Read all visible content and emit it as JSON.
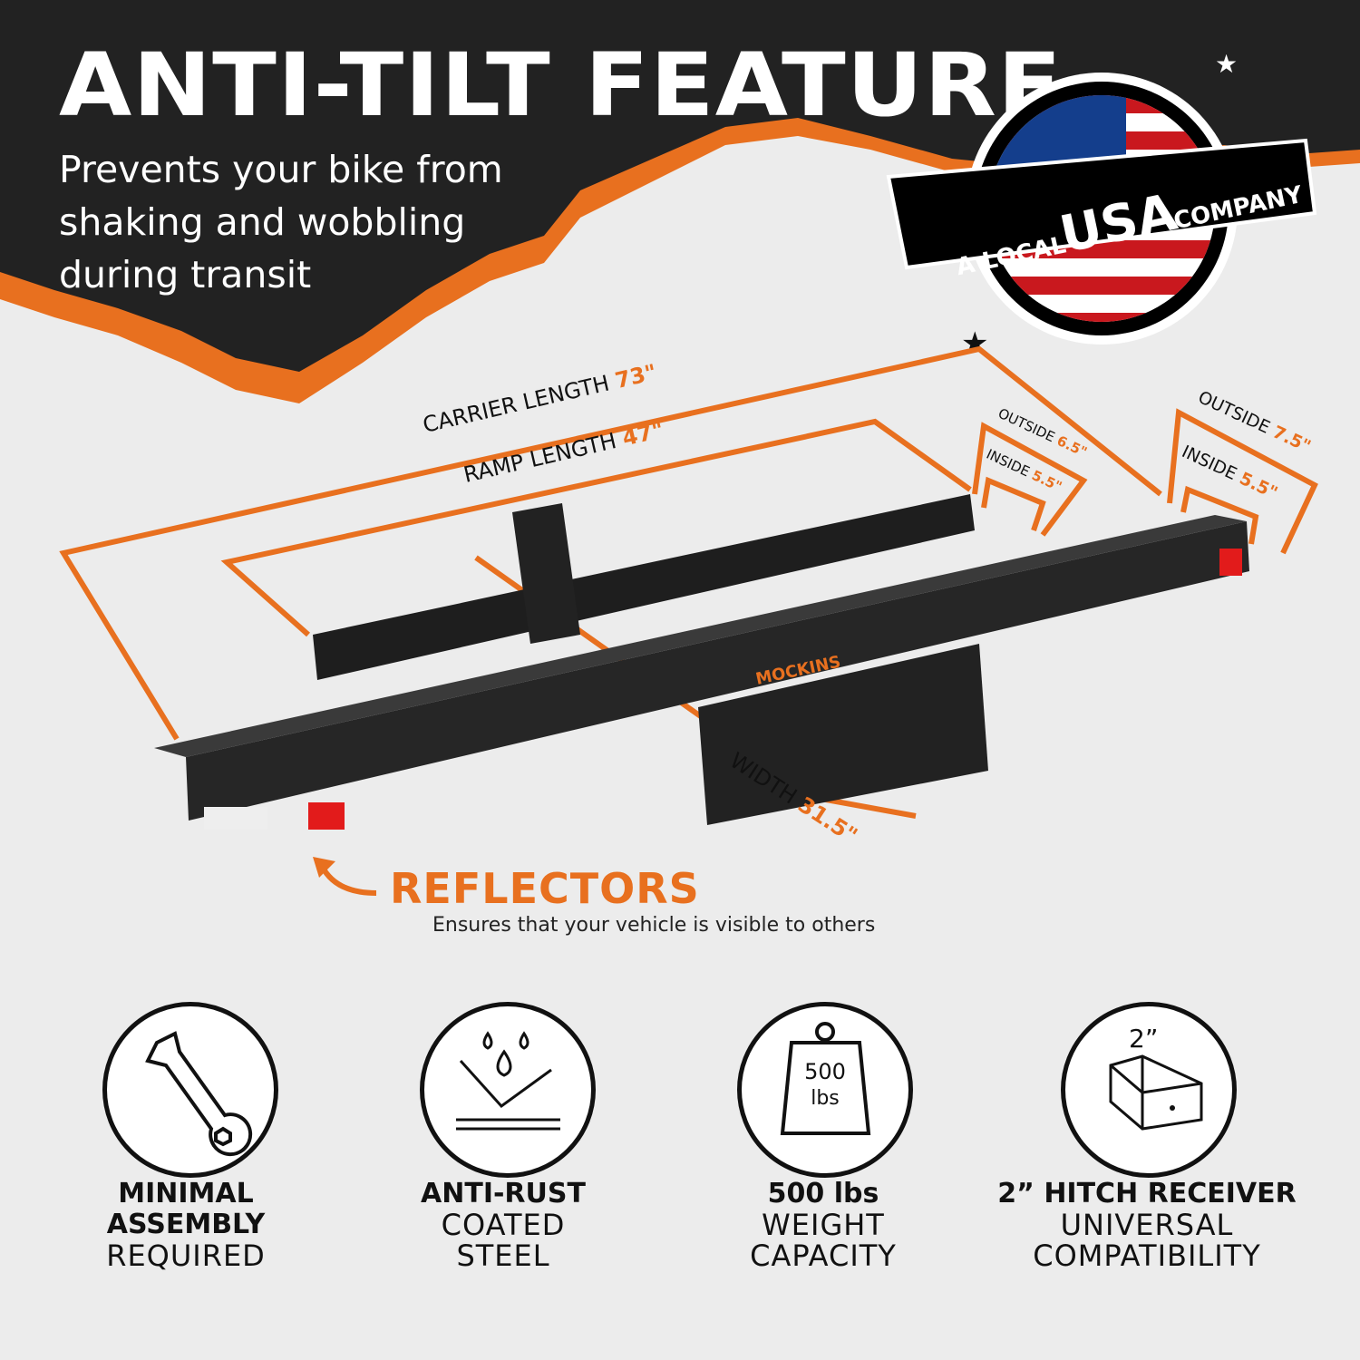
{
  "header": {
    "title": "ANTI-TILT FEATURE",
    "subtitle_lines": [
      "Prevents your bike from",
      "shaking and wobbling",
      "during transit"
    ]
  },
  "badge": {
    "text_small_left": "A LOCAL",
    "text_big": "USA",
    "text_small_right": "COMPANY"
  },
  "dimensions": {
    "carrier_length": {
      "label": "CARRIER LENGTH",
      "value": "73\""
    },
    "ramp_length": {
      "label": "RAMP LENGTH",
      "value": "47\""
    },
    "width": {
      "label": "WIDTH",
      "value": "31.5\""
    },
    "left_channel": {
      "outside_label": "OUTSIDE",
      "outside_value": "6.5\"",
      "inside_label": "INSIDE",
      "inside_value": "5.5\""
    },
    "right_channel": {
      "outside_label": "OUTSIDE",
      "outside_value": "7.5\"",
      "inside_label": "INSIDE",
      "inside_value": "5.5\""
    }
  },
  "product": {
    "brand_logo": "MOCKINS"
  },
  "reflectors": {
    "title": "REFLECTORS",
    "description": "Ensures that your vehicle is visible to others"
  },
  "features": [
    {
      "icon": "wrench-icon",
      "heading_lines": [
        "MINIMAL",
        "ASSEMBLY"
      ],
      "text_lines": [
        "REQUIRED"
      ]
    },
    {
      "icon": "water-drops-icon",
      "heading_lines": [
        "ANTI-RUST"
      ],
      "text_lines": [
        "COATED",
        "STEEL"
      ]
    },
    {
      "icon": "weight-icon",
      "icon_text": [
        "500",
        "lbs"
      ],
      "heading_lines": [
        "500 lbs"
      ],
      "text_lines": [
        "WEIGHT",
        "CAPACITY"
      ]
    },
    {
      "icon": "hitch-tube-icon",
      "icon_text": [
        "2”"
      ],
      "heading_lines": [
        "2” HITCH RECEIVER"
      ],
      "text_lines": [
        "UNIVERSAL",
        "COMPATIBILITY"
      ]
    }
  ],
  "colors": {
    "accent": "#e8701f",
    "dark": "#222222",
    "background": "#ececec"
  }
}
